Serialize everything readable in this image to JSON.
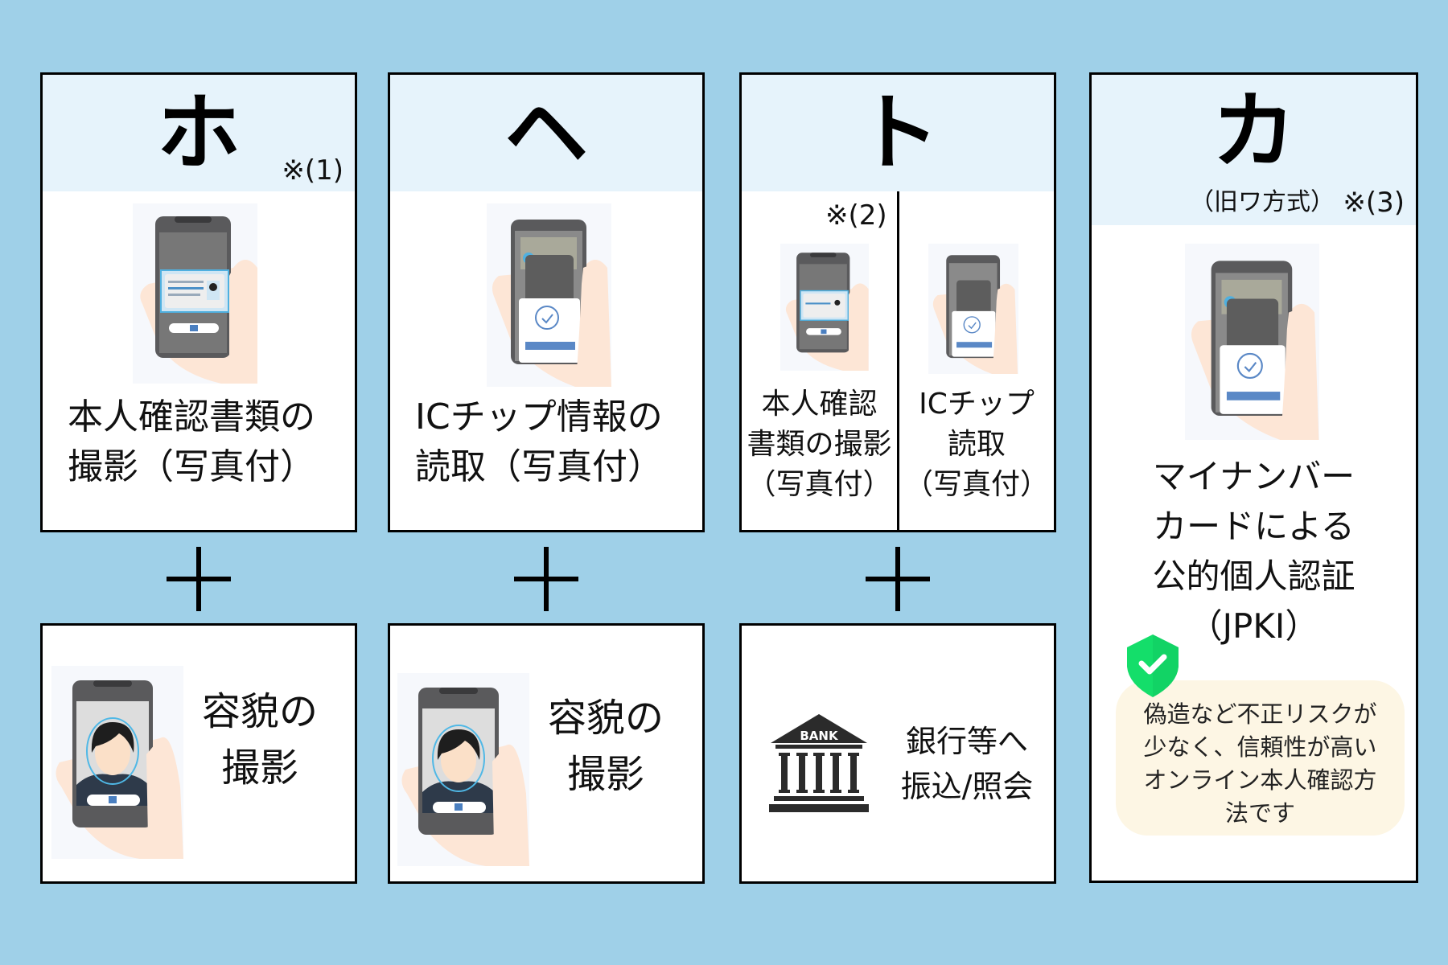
{
  "colors": {
    "background": "#9fd0e8",
    "header_fill": "#e6f3fb",
    "note_fill": "#fdf6e4",
    "shield": "#14de6a",
    "icon_dark": "#2b2b2b"
  },
  "cards": [
    {
      "kana": "ホ",
      "note": "※(1)",
      "top_label": [
        "本人確認書類の",
        "撮影（写真付）"
      ],
      "top_image": "phone-scan-id-card-icon",
      "bottom_image": "phone-selfie-face-icon",
      "bottom_label": [
        "容貌の",
        "撮影"
      ]
    },
    {
      "kana": "ヘ",
      "top_label": [
        "ICチップ情報の",
        "読取（写真付）"
      ],
      "top_image": "phone-read-ic-chip-icon",
      "bottom_image": "phone-selfie-face-icon",
      "bottom_label": [
        "容貌の",
        "撮影"
      ]
    },
    {
      "kana": "ト",
      "note": "※(2)",
      "top_left_label": [
        "本人確認",
        "書類の撮影",
        "（写真付）"
      ],
      "top_left_image": "phone-scan-id-card-icon",
      "top_right_label": [
        "ICチップ",
        "読取",
        "（写真付）"
      ],
      "top_right_image": "phone-read-ic-chip-icon",
      "bottom_icon": "bank-icon",
      "bottom_icon_text": "BANK",
      "bottom_label": [
        "銀行等へ",
        "振込/照会"
      ]
    },
    {
      "kana": "カ",
      "subtitle": "（旧ワ方式）",
      "note": "※(3)",
      "image": "phone-read-ic-chip-icon",
      "label": [
        "マイナンバー",
        "カードによる",
        "公的個人認証",
        "（JPKI）"
      ],
      "badge_icon": "shield-check-icon",
      "callout": [
        "偽造など不正リスクが",
        "少なく、信頼性が高い",
        "オンライン本人確認方",
        "法です"
      ]
    }
  ],
  "plus_symbol": "＋"
}
